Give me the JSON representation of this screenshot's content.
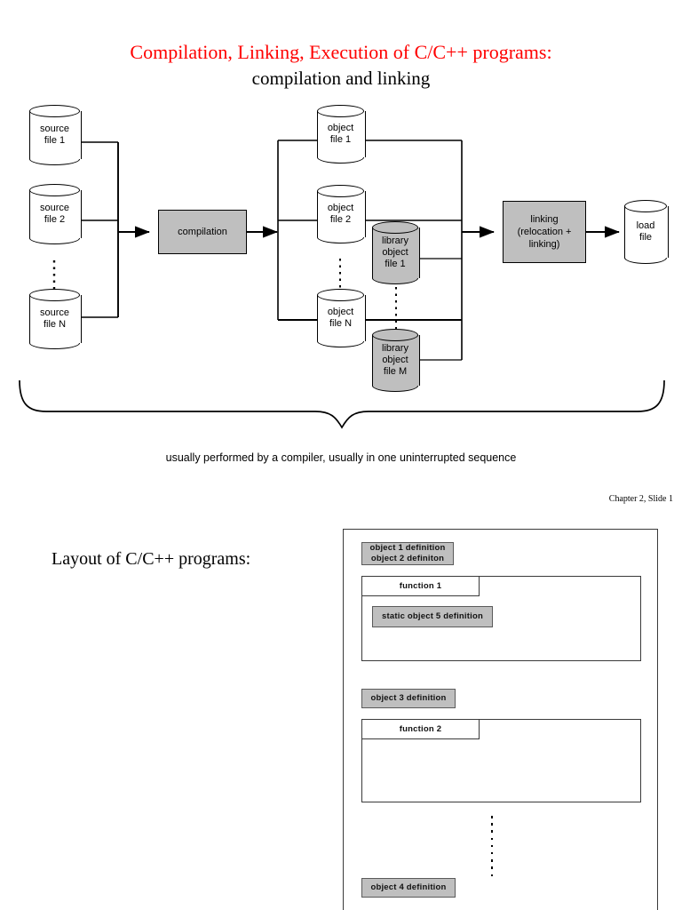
{
  "slide": {
    "title": "Compilation, Linking, Execution of C/C++ programs:",
    "subtitle": "compilation and linking",
    "footer": "Chapter 2, Slide 1",
    "title_color": "#ff0000",
    "accent_gray": "#bfbfbf"
  },
  "diagram": {
    "caption": "usually performed by a compiler, usually in one uninterrupted sequence",
    "source_files": [
      {
        "line1": "source",
        "line2": "file 1"
      },
      {
        "line1": "source",
        "line2": "file 2"
      },
      {
        "line1": "source",
        "line2": "file N"
      }
    ],
    "object_files": [
      {
        "line1": "object",
        "line2": "file 1"
      },
      {
        "line1": "object",
        "line2": "file 2"
      },
      {
        "line1": "object",
        "line2": "file N"
      }
    ],
    "library_files": [
      {
        "line1": "library",
        "line2": "object",
        "line3": "file 1"
      },
      {
        "line1": "library",
        "line2": "object",
        "line3": "file M"
      }
    ],
    "compilation_box": {
      "line1": "compilation"
    },
    "linking_box": {
      "line1": "linking",
      "line2": "(relocation +",
      "line3": "linking)"
    },
    "load_file": {
      "line1": "load",
      "line2": "file"
    }
  },
  "layout_section": {
    "heading": "Layout of C/C++ programs:",
    "boxes": {
      "object_defs_top": {
        "line1": "object 1 definition",
        "line2": "object 2 definiton"
      },
      "function_1": "function 1",
      "static_object_5": "static object 5 definition",
      "object_3": "object 3 definition",
      "function_2": "function 2",
      "object_4": "object 4 definition"
    }
  }
}
